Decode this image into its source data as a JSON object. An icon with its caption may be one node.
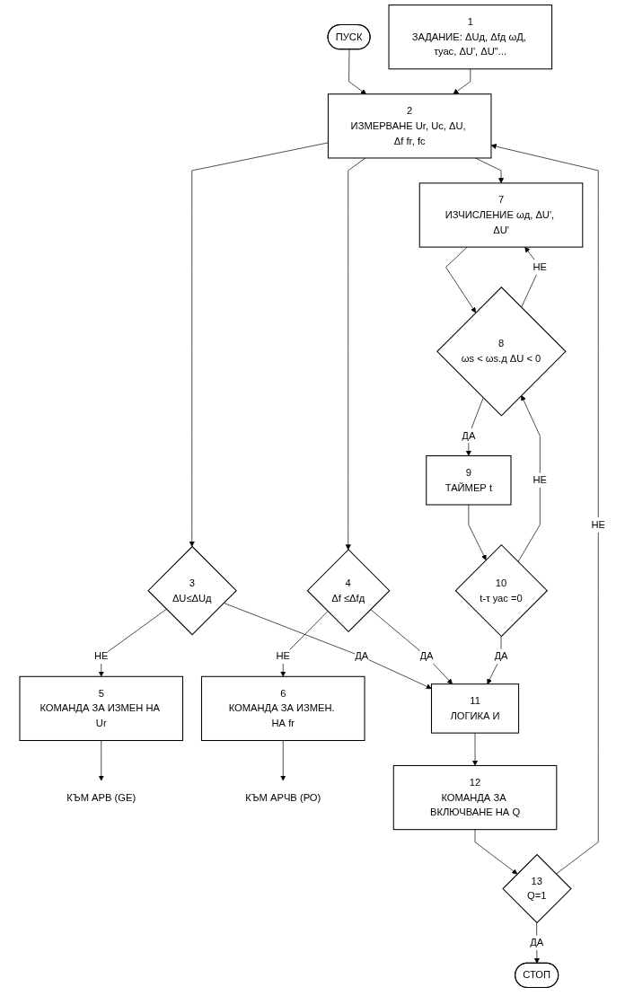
{
  "diagram": {
    "nodes": [
      {
        "text": [
          "ПУСК"
        ]
      },
      {
        "text": [
          "2",
          "ИЗМЕРВАНЕ Ur, Uc, ΔU, Δf fr, fc"
        ]
      },
      {
        "text": [
          "1",
          "ЗАДАНИЕ: ΔUд, Δfд ωД, τуас, ΔU', ΔU\"..."
        ]
      },
      {
        "text": [
          "3",
          "ΔU≤ΔUд"
        ]
      },
      {
        "text": [
          "4",
          "Δf ≤Δfд"
        ]
      },
      {
        "text": [
          "5",
          "КОМАНДА ЗА ИЗМЕН НА Ur"
        ]
      },
      {
        "text": [
          "КЪМ АРВ (GE)"
        ]
      },
      {
        "text": [
          "7",
          "ИЗЧИСЛЕНИЕ ωд, ΔU', ΔU'"
        ]
      },
      {
        "text": [
          "6",
          "КОМАНДА ЗА ИЗМЕН. НА fr"
        ]
      },
      {
        "text": [
          "КЪМ АРЧВ (РО)"
        ]
      },
      {
        "text": [
          "8",
          "ωs < ωs.д ΔU < 0"
        ]
      },
      {
        "text": [
          "9",
          "ТАЙМЕР t"
        ]
      },
      {
        "text": [
          "10",
          "t-τ уас =0"
        ]
      },
      {
        "text": [
          "11",
          "ЛОГИКА И"
        ]
      },
      {
        "text": [
          "12",
          "КОМАНДА ЗА ВКЛЮЧВАНЕ НА Q"
        ]
      },
      {
        "text": [
          "13",
          "Q=1"
        ]
      },
      {
        "text": [
          "СТОП"
        ]
      }
    ],
    "edges": [
      {
        "from": 0,
        "to": 1,
        "arrow": "to"
      },
      {
        "from": 2,
        "to": 1,
        "arrow": "to"
      },
      {
        "from": 1,
        "to": 3,
        "arrow": "to"
      },
      {
        "from": 1,
        "to": 7,
        "arrow": "to"
      },
      {
        "from": 1,
        "to": 4,
        "arrow": "to"
      },
      {
        "from": 3,
        "to": 5,
        "arrow": "to",
        "label": "НЕ"
      },
      {
        "from": 5,
        "to": 6,
        "arrow": "to"
      },
      {
        "from": 3,
        "to": 13,
        "arrow": "to",
        "label": "ДА"
      },
      {
        "from": 4,
        "to": 8,
        "arrow": "to",
        "label": "НЕ"
      },
      {
        "from": 8,
        "to": 9,
        "arrow": "to"
      },
      {
        "from": 4,
        "to": 13,
        "arrow": "to",
        "label": "ДА"
      },
      {
        "from": 7,
        "to": 10,
        "arrow": "to"
      },
      {
        "from": 10,
        "to": 7,
        "arrow": "to",
        "label": "НЕ"
      },
      {
        "from": 10,
        "to": 11,
        "arrow": "to",
        "label": "ДА"
      },
      {
        "from": 11,
        "to": 12,
        "arrow": "to"
      },
      {
        "from": 12,
        "to": 10,
        "arrow": "to",
        "label": "НЕ"
      },
      {
        "from": 12,
        "to": 13,
        "arrow": "to",
        "label": "ДА"
      },
      {
        "from": 13,
        "to": 14,
        "arrow": "to"
      },
      {
        "from": 14,
        "to": 15,
        "arrow": "to"
      },
      {
        "from": 15,
        "to": 1,
        "arrow": "to",
        "label": "НЕ"
      },
      {
        "from": 15,
        "to": 16,
        "arrow": "to",
        "label": "ДА"
      }
    ]
  }
}
